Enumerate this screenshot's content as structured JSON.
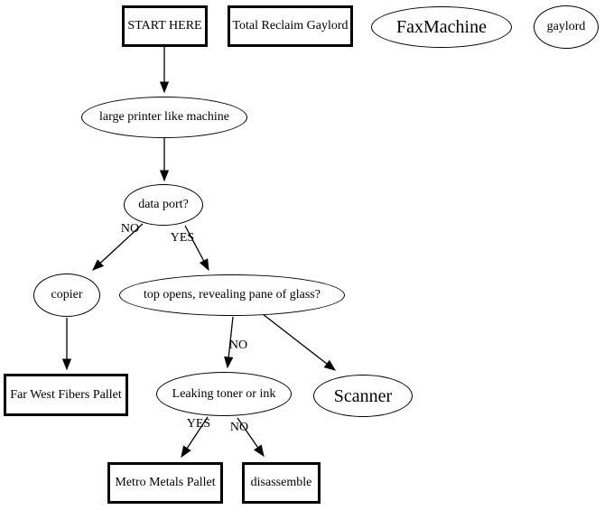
{
  "colors": {
    "background": "#ffffff",
    "stroke": "#000000",
    "text": "#000000"
  },
  "nodes": {
    "start_here": {
      "label": "START HERE",
      "shape": "box"
    },
    "total_reclaim_gaylord": {
      "label": "Total Reclaim Gaylord",
      "shape": "box"
    },
    "faxmachine": {
      "label": "FaxMachine",
      "shape": "ellipse"
    },
    "gaylord": {
      "label": "gaylord",
      "shape": "ellipse"
    },
    "large_printer": {
      "label": "large printer like machine",
      "shape": "ellipse"
    },
    "data_port": {
      "label": "data port?",
      "shape": "ellipse"
    },
    "copier": {
      "label": "copier",
      "shape": "ellipse"
    },
    "top_opens": {
      "label": "top opens, revealing pane of glass?",
      "shape": "ellipse"
    },
    "far_west_fibers": {
      "label": "Far West Fibers Pallet",
      "shape": "box"
    },
    "leaking_toner": {
      "label": "Leaking toner or ink",
      "shape": "ellipse"
    },
    "scanner": {
      "label": "Scanner",
      "shape": "ellipse"
    },
    "metro_metals": {
      "label": "Metro Metals Pallet",
      "shape": "box"
    },
    "disassemble": {
      "label": "disassemble",
      "shape": "box"
    }
  },
  "edges": [
    {
      "from": "start_here",
      "to": "large_printer",
      "label": ""
    },
    {
      "from": "large_printer",
      "to": "data_port",
      "label": ""
    },
    {
      "from": "data_port",
      "to": "copier",
      "label": "NO"
    },
    {
      "from": "data_port",
      "to": "top_opens",
      "label": "YES"
    },
    {
      "from": "copier",
      "to": "far_west_fibers",
      "label": ""
    },
    {
      "from": "top_opens",
      "to": "leaking_toner",
      "label": "NO"
    },
    {
      "from": "top_opens",
      "to": "scanner",
      "label": ""
    },
    {
      "from": "leaking_toner",
      "to": "metro_metals",
      "label": "YES"
    },
    {
      "from": "leaking_toner",
      "to": "disassemble",
      "label": "NO"
    }
  ]
}
